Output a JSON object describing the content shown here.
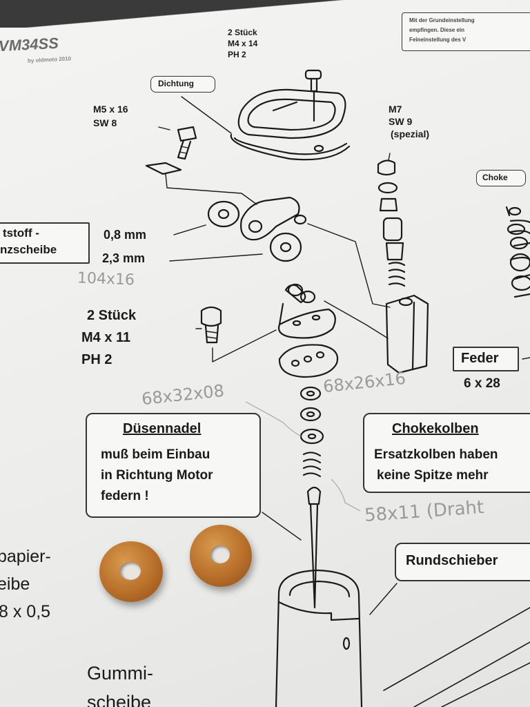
{
  "header": {
    "model": "VM34SS",
    "byline": "by oldmoto 2010",
    "note_line1": "Mit der Grundeinstellung",
    "note_line2": "empfingen. Diese ein",
    "note_line3": "Feineinstellung des V"
  },
  "parts": {
    "cover_screws": {
      "qty": "2 Stück",
      "size": "M4 x 14",
      "drive": "PH 2"
    },
    "gasket": "Dichtung",
    "m5_screw": {
      "size": "M5 x 16",
      "drive": "SW 8"
    },
    "m7_part": {
      "size": "M7",
      "drive": "SW 9",
      "note": "(spezial)"
    },
    "choke_tag": "Choke",
    "shim_box": {
      "line1": "tstoff -",
      "line2": "nzscheibe"
    },
    "shim1": "0,8 mm",
    "shim2": "2,3 mm",
    "plate_screws": {
      "qty": "2 Stück",
      "size": "M4 x 11",
      "drive": "PH 2"
    },
    "spring": {
      "label": "Feder",
      "size": "6 x 28"
    }
  },
  "callouts": {
    "needle": {
      "title": "Düsennadel",
      "line1": "muß beim Einbau",
      "line2": "in Richtung Motor",
      "line3": "federn !"
    },
    "choke_plunger": {
      "title": "Chokekolben",
      "line1": "Ersatzkolben haben",
      "line2": "keine Spitze mehr"
    },
    "slide": {
      "title": "Rundschieber"
    }
  },
  "left_labels": {
    "paper": "papier-",
    "paper2": "eibe",
    "paper_size": "8 x 0,5",
    "rubber": "Gummi-",
    "rubber2": "scheibe"
  },
  "pencil_notes": {
    "n1": "104x16",
    "n2": "68x32x08",
    "n3": "68x26x16",
    "n4": "58x11 (Draht"
  },
  "colors": {
    "paper": "#f0f0ee",
    "ink": "#1a1a1a",
    "pencil": "#9a9a9a",
    "rubber_washer": "#b86f2a"
  }
}
